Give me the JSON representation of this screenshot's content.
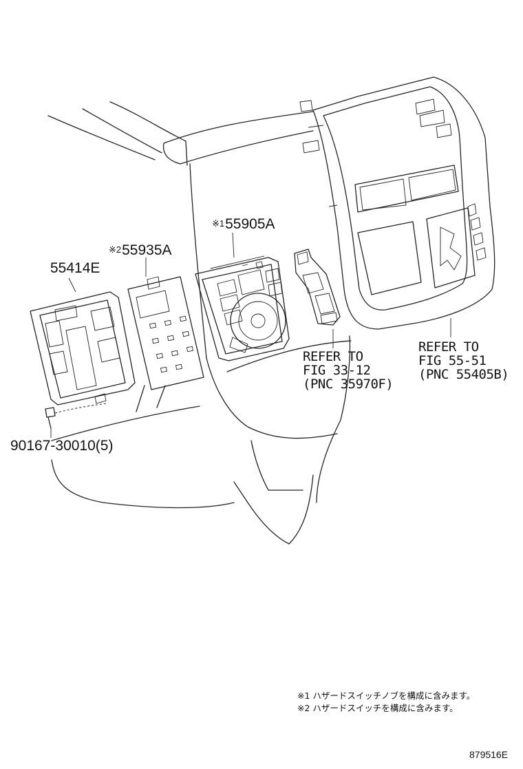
{
  "diagram": {
    "parts": [
      {
        "id": "p1",
        "prefix_mark": "",
        "number": "55414E"
      },
      {
        "id": "p2",
        "prefix_mark": "※2",
        "number": "55935A"
      },
      {
        "id": "p3",
        "prefix_mark": "※1",
        "number": "55905A"
      },
      {
        "id": "p4",
        "prefix_mark": "",
        "number": "90167-30010(5)"
      }
    ],
    "references": [
      {
        "lines": [
          "REFER TO",
          "FIG 33-12",
          "(PNC 35970F)"
        ]
      },
      {
        "lines": [
          "REFER TO",
          "FIG 55-51",
          "(PNC 55405B)"
        ]
      }
    ],
    "notes": [
      "※1 ハザードスイッチノブを構成に含みます。",
      "※2 ハザードスイッチを構成に含みます。"
    ],
    "figure_id": "879516E"
  }
}
